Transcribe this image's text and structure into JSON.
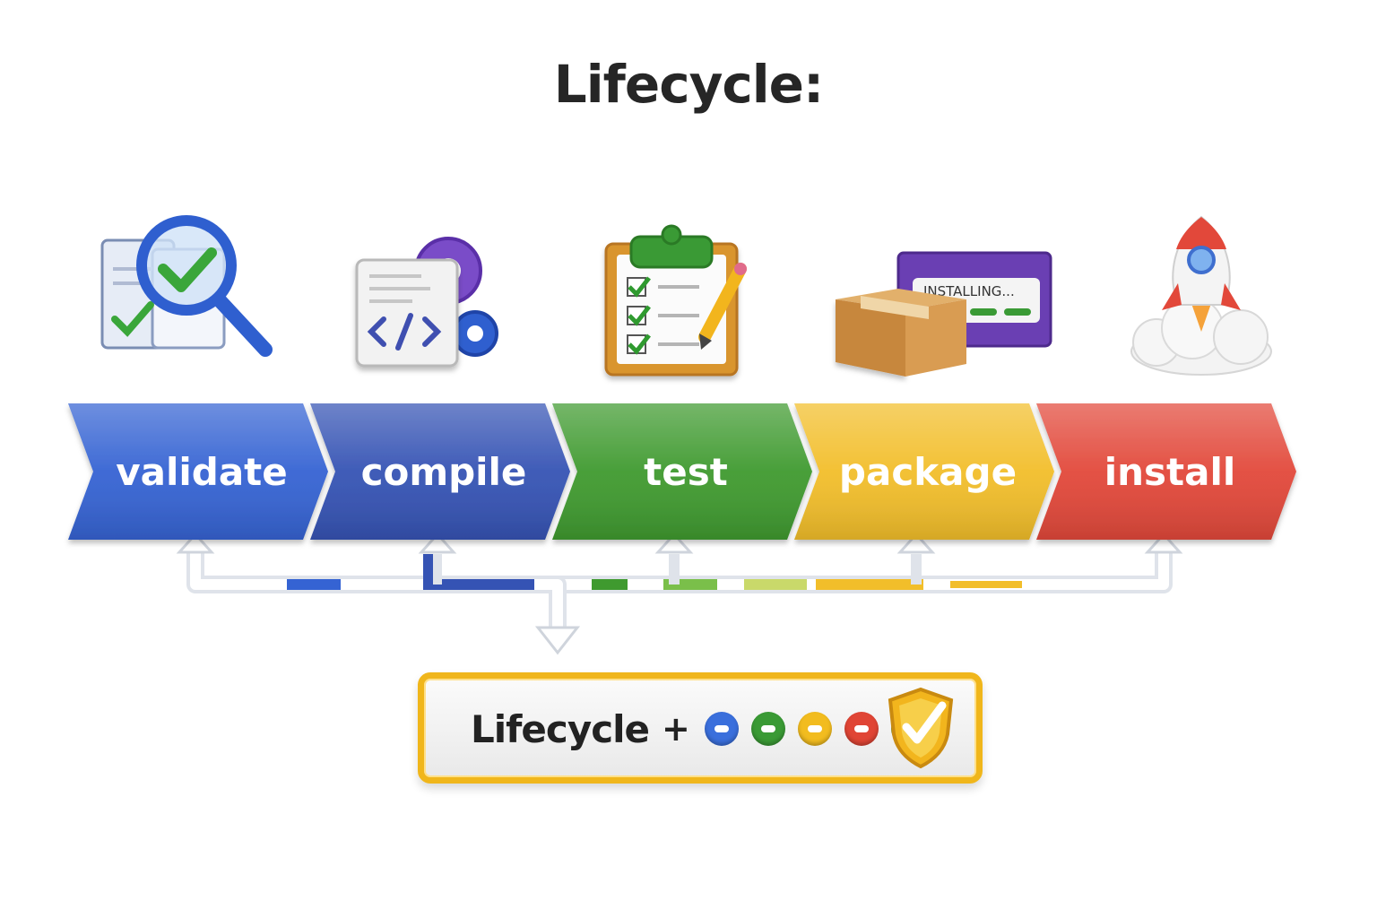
{
  "title": "Lifecycle:",
  "stages": [
    {
      "label": "validate",
      "icon": "document-magnifier-check-icon",
      "color": "#3563d3"
    },
    {
      "label": "compile",
      "icon": "code-gears-icon",
      "color": "#3553b4"
    },
    {
      "label": "test",
      "icon": "clipboard-checklist-icon",
      "color": "#3f9a2f"
    },
    {
      "label": "package",
      "icon": "box-installing-icon",
      "color": "#f2be2a"
    },
    {
      "label": "install",
      "icon": "rocket-cloud-icon",
      "color": "#e2483a"
    }
  ],
  "installing_text": "INSTALLING...",
  "result": {
    "text": "Lifecycle",
    "plus": "+",
    "dots": [
      {
        "color": "#3a6fdc",
        "icon": "arrow-left-icon"
      },
      {
        "color": "#3a9a35",
        "icon": "up-arrow-icon"
      },
      {
        "color": "#f2bc1f",
        "icon": "compress-icon"
      },
      {
        "color": "#e04535",
        "icon": "minus-icon"
      },
      {
        "color": "#6a9a3a",
        "icon": "partial-dot-icon"
      }
    ],
    "badge_icon": "shield-check-icon"
  }
}
